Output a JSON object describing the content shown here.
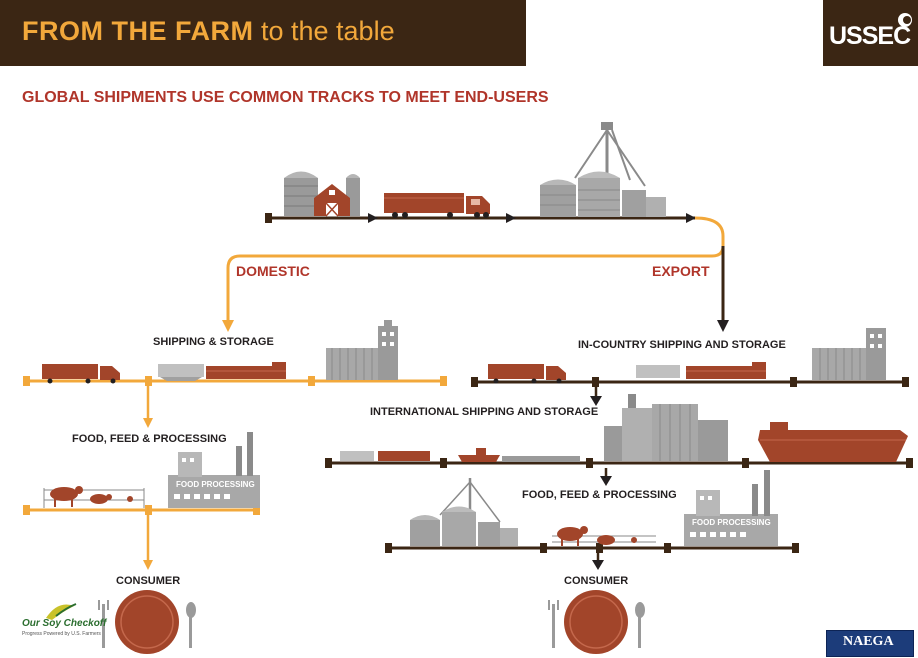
{
  "header": {
    "title_bold": "FROM THE FARM",
    "title_light": " to the table",
    "logo": "USSEC"
  },
  "subtitle": "GLOBAL SHIPMENTS USE COMMON TRACKS TO MEET END-USERS",
  "branches": {
    "domestic": "DOMESTIC",
    "export": "EXPORT"
  },
  "domestic": {
    "shipping": "SHIPPING & STORAGE",
    "processing": "FOOD, FEED & PROCESSING",
    "consumer": "CONSUMER",
    "factory_sign": "FOOD PROCESSING"
  },
  "export": {
    "in_country": "IN-COUNTRY SHIPPING AND STORAGE",
    "international": "INTERNATIONAL SHIPPING AND STORAGE",
    "processing": "FOOD, FEED & PROCESSING",
    "consumer": "CONSUMER",
    "factory_sign": "FOOD PROCESSING"
  },
  "footer": {
    "checkoff": "Our Soy Checkoff",
    "checkoff_tagline": "Progress Powered by U.S. Farmers",
    "naega": "NAEGA"
  },
  "colors": {
    "brown": "#3b2614",
    "orange": "#f2a83b",
    "rust": "#a2452a",
    "red": "#b0352a",
    "gray": "#8a8a8a"
  }
}
